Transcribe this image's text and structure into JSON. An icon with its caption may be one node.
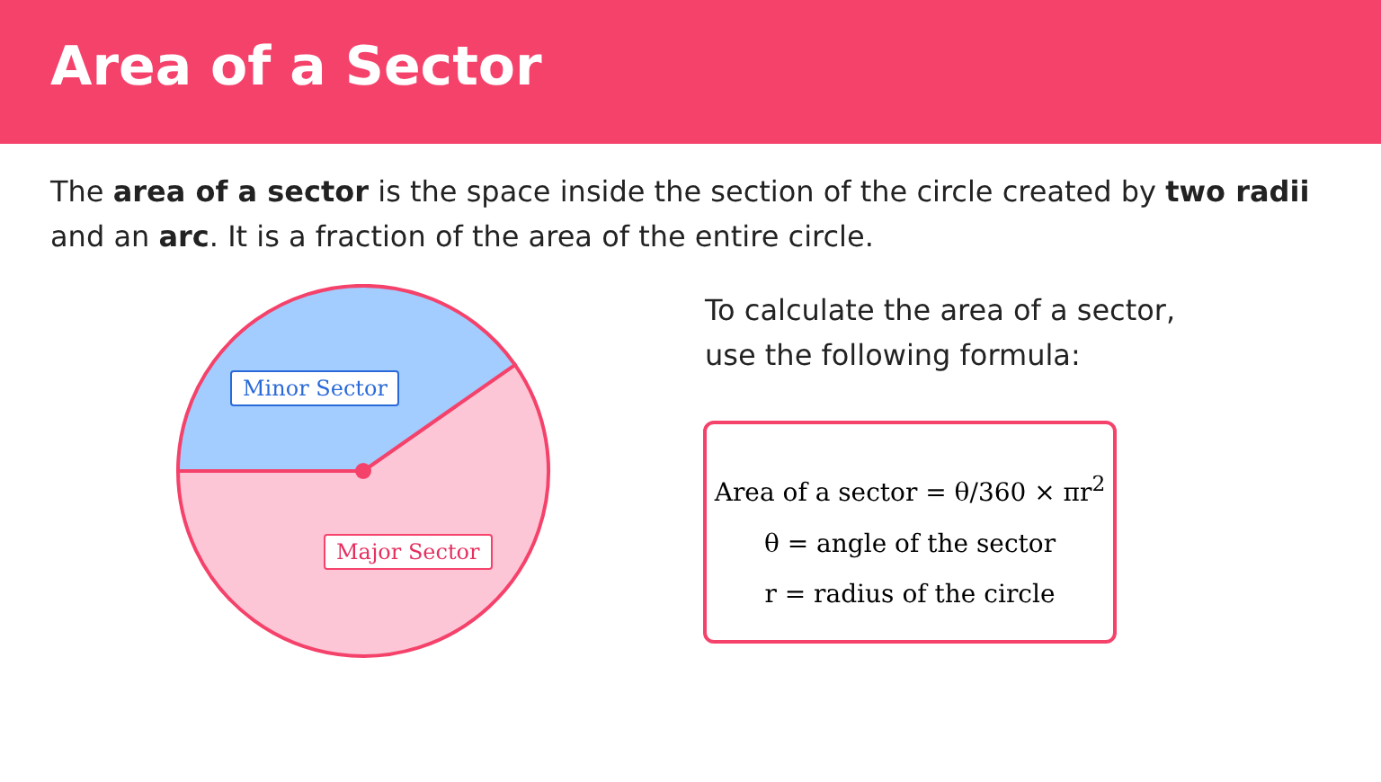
{
  "diagram": {
    "title": "Area of a Sector",
    "nodes": [
      {
        "text": [
          "Minor Sector"
        ]
      },
      {
        "text": [
          "Major Sector"
        ]
      },
      {
        "text": [
          "Area of a sector = θ/360 × πr$^{2}$",
          "θ = angle of the sector",
          "r = radius of the circle"
        ]
      }
    ],
    "labels": [
      "The **area of a sector** is the space inside the section of the circle created by **two radii** and an **arc**. It is a fraction of the area of the entire circle.",
      "To calculate the area of a sector, use the following formula:"
    ]
  }
}
